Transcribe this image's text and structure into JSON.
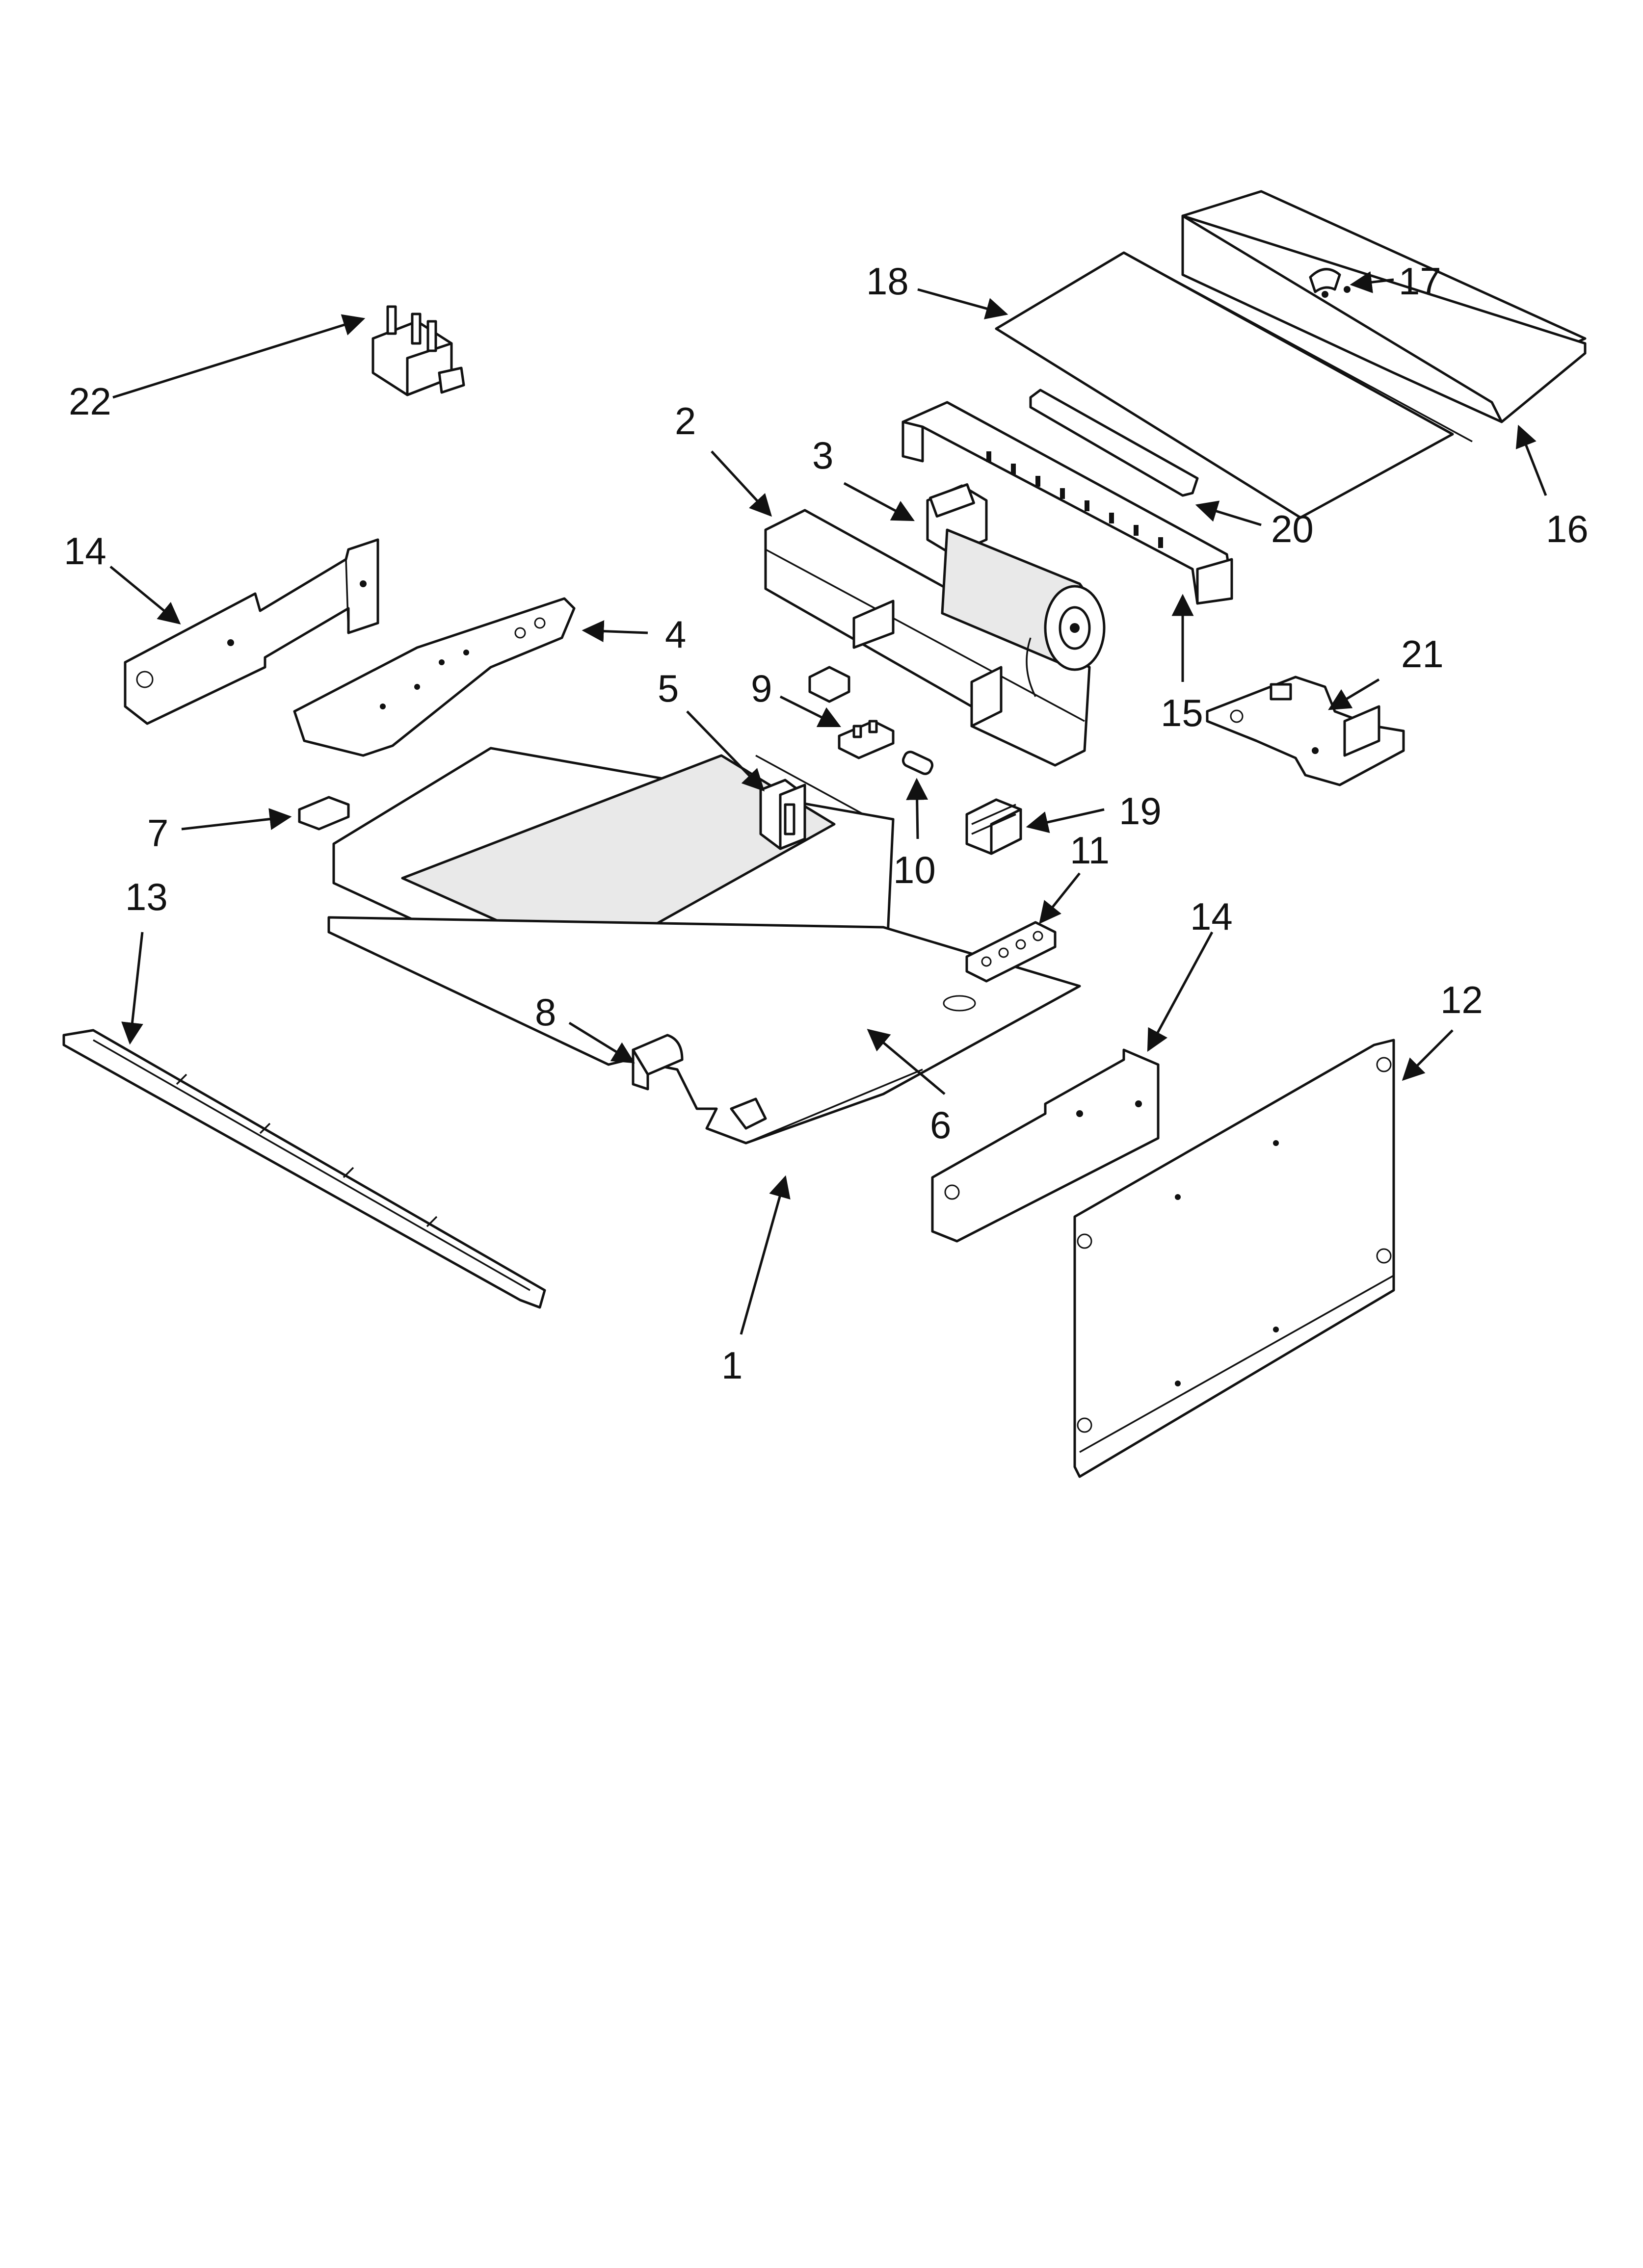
{
  "diagram": {
    "callouts": [
      {
        "id": "1"
      },
      {
        "id": "2"
      },
      {
        "id": "3"
      },
      {
        "id": "4"
      },
      {
        "id": "5"
      },
      {
        "id": "6"
      },
      {
        "id": "7"
      },
      {
        "id": "8"
      },
      {
        "id": "9"
      },
      {
        "id": "10"
      },
      {
        "id": "11"
      },
      {
        "id": "12"
      },
      {
        "id": "13"
      },
      {
        "id": "14"
      },
      {
        "id": "14"
      },
      {
        "id": "15"
      },
      {
        "id": "16"
      },
      {
        "id": "17"
      },
      {
        "id": "18"
      },
      {
        "id": "19"
      },
      {
        "id": "20"
      },
      {
        "id": "21"
      },
      {
        "id": "22"
      }
    ]
  }
}
